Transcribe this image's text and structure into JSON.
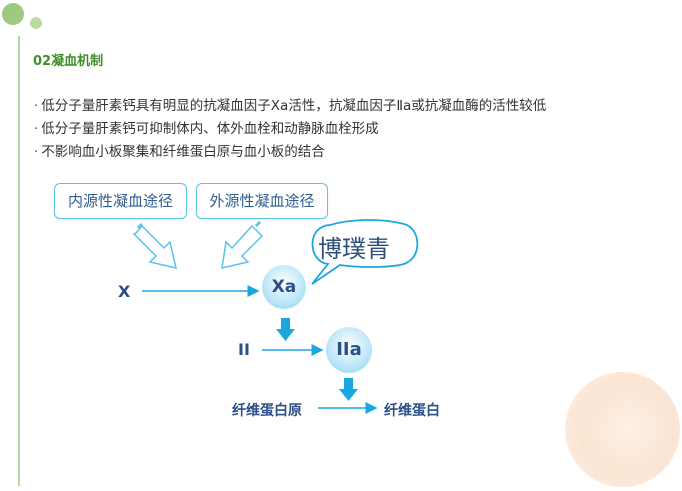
{
  "header": {
    "title": "02凝血机制"
  },
  "bullets": [
    "低分子量肝素钙具有明显的抗凝血因子Ⅹa活性，抗凝血因子Ⅱa或抗凝血酶的活性较低",
    "低分子量肝素钙可抑制体内、体外血栓和动静脉血栓形成",
    "不影响血小板聚集和纤维蛋白原与血小板的结合"
  ],
  "bullet_marker": "·",
  "diagram": {
    "intrinsic_pathway": "内源性凝血途径",
    "extrinsic_pathway": "外源性凝血途径",
    "factor_x": "X",
    "factor_xa": "Xa",
    "factor_ii": "II",
    "factor_iia": "IIa",
    "fibrinogen": "纤维蛋白原",
    "fibrin": "纤维蛋白",
    "callout": "博璞青"
  },
  "colors": {
    "accent_green": "#3f8f26",
    "arrow_blue": "#1aa7e0",
    "node_text": "#2c4f86",
    "box_border": "#5ec1e8"
  }
}
